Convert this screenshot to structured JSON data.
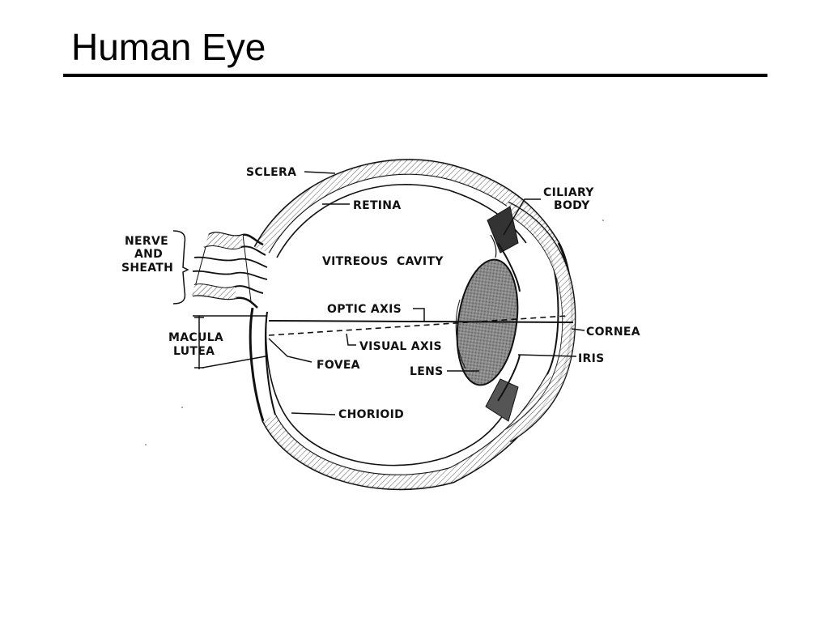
{
  "title": "Human Eye",
  "diagram": {
    "labels": {
      "sclera": "SCLERA",
      "retina": "RETINA",
      "ciliary_body_1": "CILIARY",
      "ciliary_body_2": "BODY",
      "nerve_1": "NERVE",
      "nerve_2": "AND",
      "nerve_3": "SHEATH",
      "vitreous_cavity": "VITREOUS  CAVITY",
      "optic_axis": "OPTIC AXIS",
      "cornea": "CORNEA",
      "macula_1": "MACULA",
      "macula_2": "LUTEA",
      "visual_axis": "VISUAL AXIS",
      "fovea": "FOVEA",
      "iris": "IRIS",
      "lens": "LENS",
      "chorioid": "CHORIOID"
    }
  }
}
